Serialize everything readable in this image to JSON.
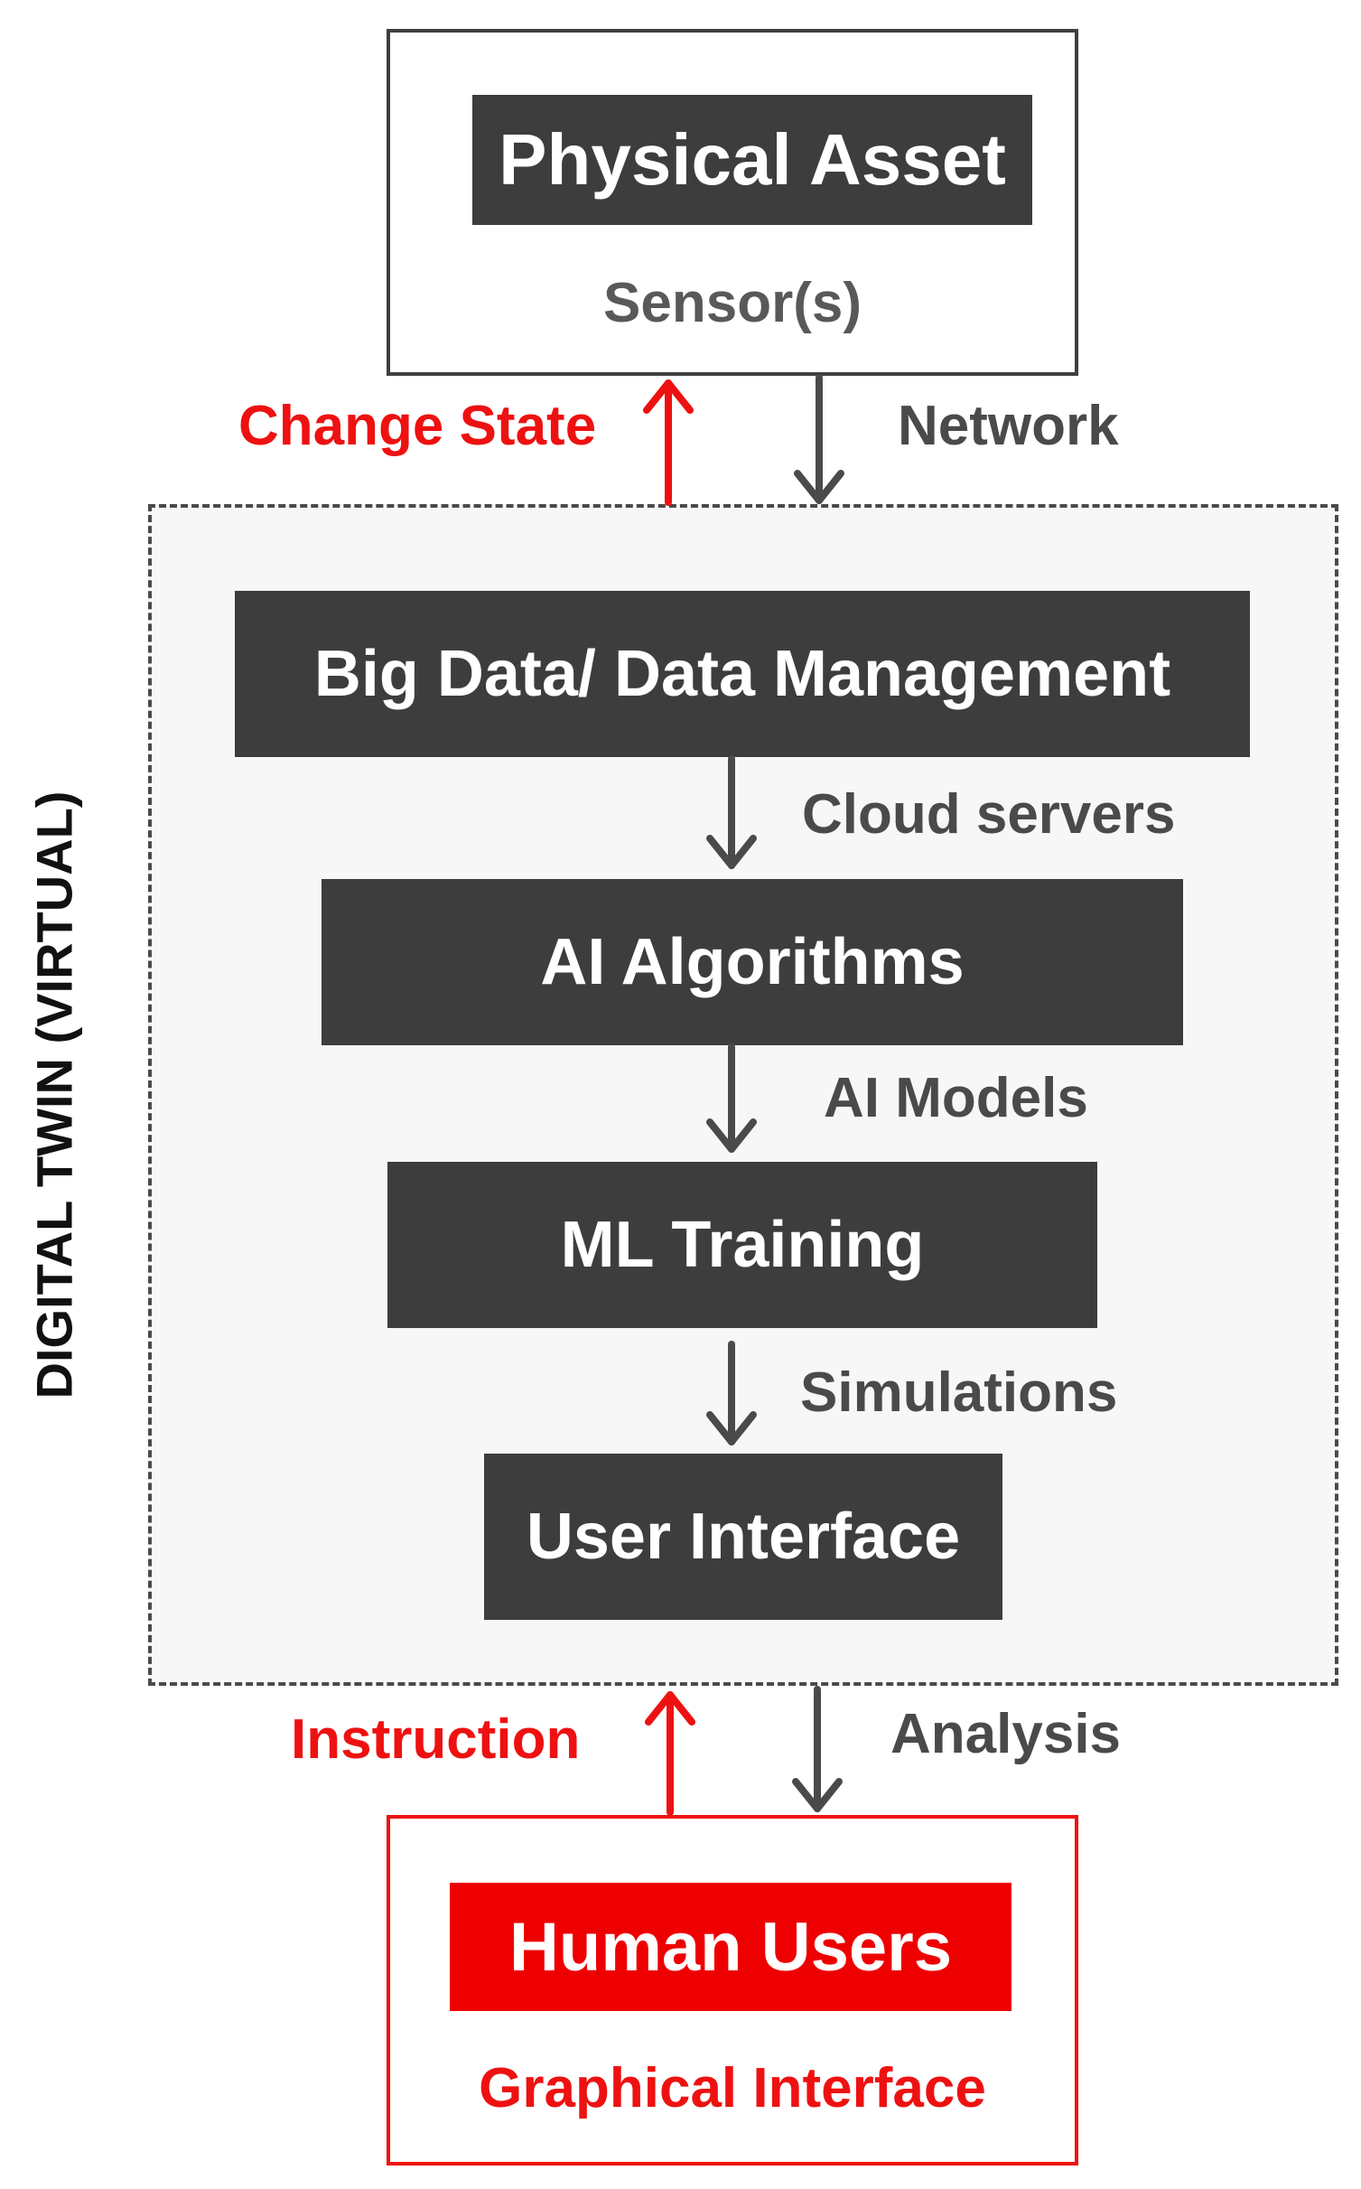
{
  "physical_asset": {
    "title": "Physical Asset",
    "subtitle": "Sensor(s)"
  },
  "flows": {
    "network": "Network",
    "change_state": "Change State",
    "cloud_servers": "Cloud servers",
    "ai_models": "AI Models",
    "simulations": "Simulations",
    "instruction": "Instruction",
    "analysis": "Analysis"
  },
  "digital_twin": {
    "label": "DIGITAL TWIN (VIRTUAL)",
    "layers": {
      "big_data": "Big Data/ Data Management",
      "ai_algorithms": "AI Algorithms",
      "ml_training": "ML Training",
      "user_interface": "User Interface"
    }
  },
  "human_users": {
    "title": "Human Users",
    "subtitle": "Graphical Interface"
  },
  "colors": {
    "dark_box": "#3d3d3d",
    "accent_red": "#ee1111",
    "gray_text": "#4a4a4a",
    "twin_background": "#f7f7f7"
  }
}
